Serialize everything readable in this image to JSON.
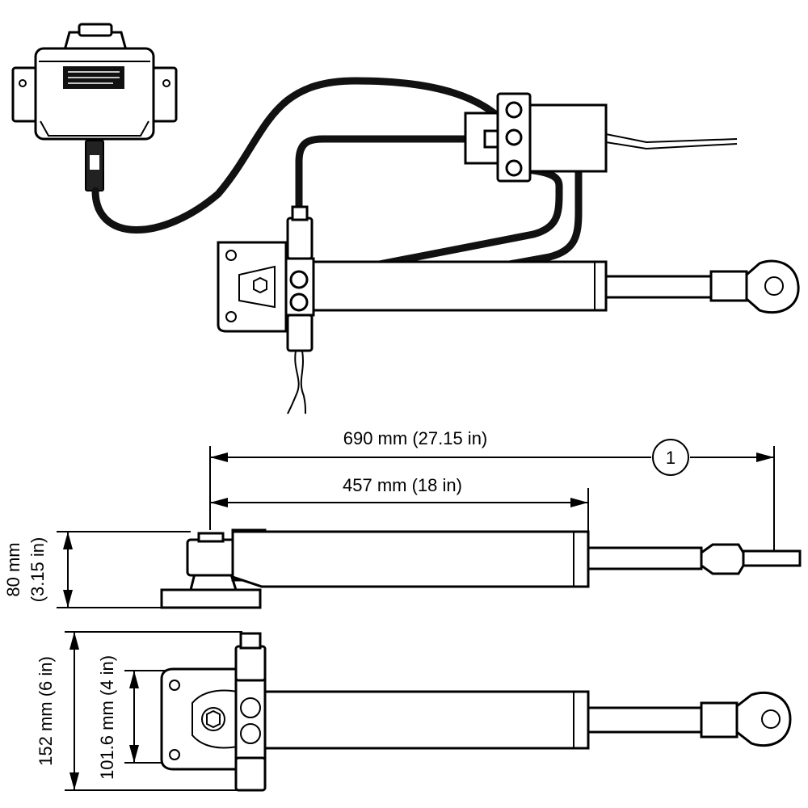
{
  "dimensions": {
    "total_length": "690 mm (27.15 in)",
    "callout": "1",
    "body_length": "457 mm (18 in)",
    "height": "80 mm",
    "height_in": "(3.15 in)",
    "mount_width": "152 mm (6 in)",
    "hole_spacing": "101.6 mm (4 in)"
  }
}
